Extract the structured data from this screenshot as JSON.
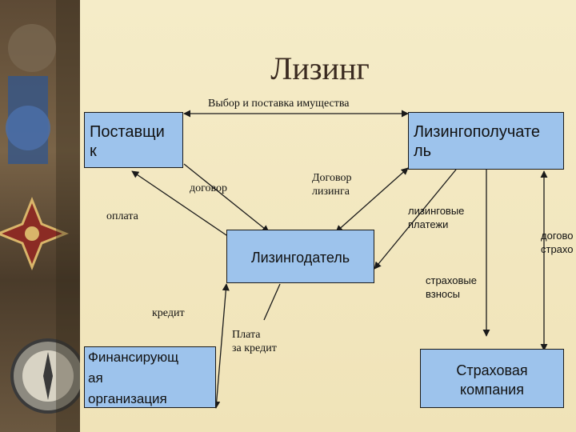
{
  "slide": {
    "title": "Лизинг",
    "colors": {
      "box_fill": "#9dc3ec",
      "arrow": "#1a1a1a",
      "text": "#111111",
      "title": "#3a2a20",
      "background": "#f2e7c2"
    }
  },
  "nodes": {
    "supplier": "Поставщи\nк",
    "lessee": "Лизингополучате\nль",
    "lessor": "Лизингодатель",
    "finance": "Финансирующ\nая\nорганизация",
    "insurance": "Страховая\nкомпания"
  },
  "edge_labels": {
    "selection": "Выбор и поставка имущества",
    "contract": "договор",
    "lease_contract": "Договор\nлизинга",
    "payment": "оплата",
    "lease_payments": "лизинговые\nплатежи",
    "insurance_contract": "догово\nстрахо",
    "insurance_fees": "страховые\nвзносы",
    "credit": "кредит",
    "credit_payment": "Плата\nза кредит"
  }
}
